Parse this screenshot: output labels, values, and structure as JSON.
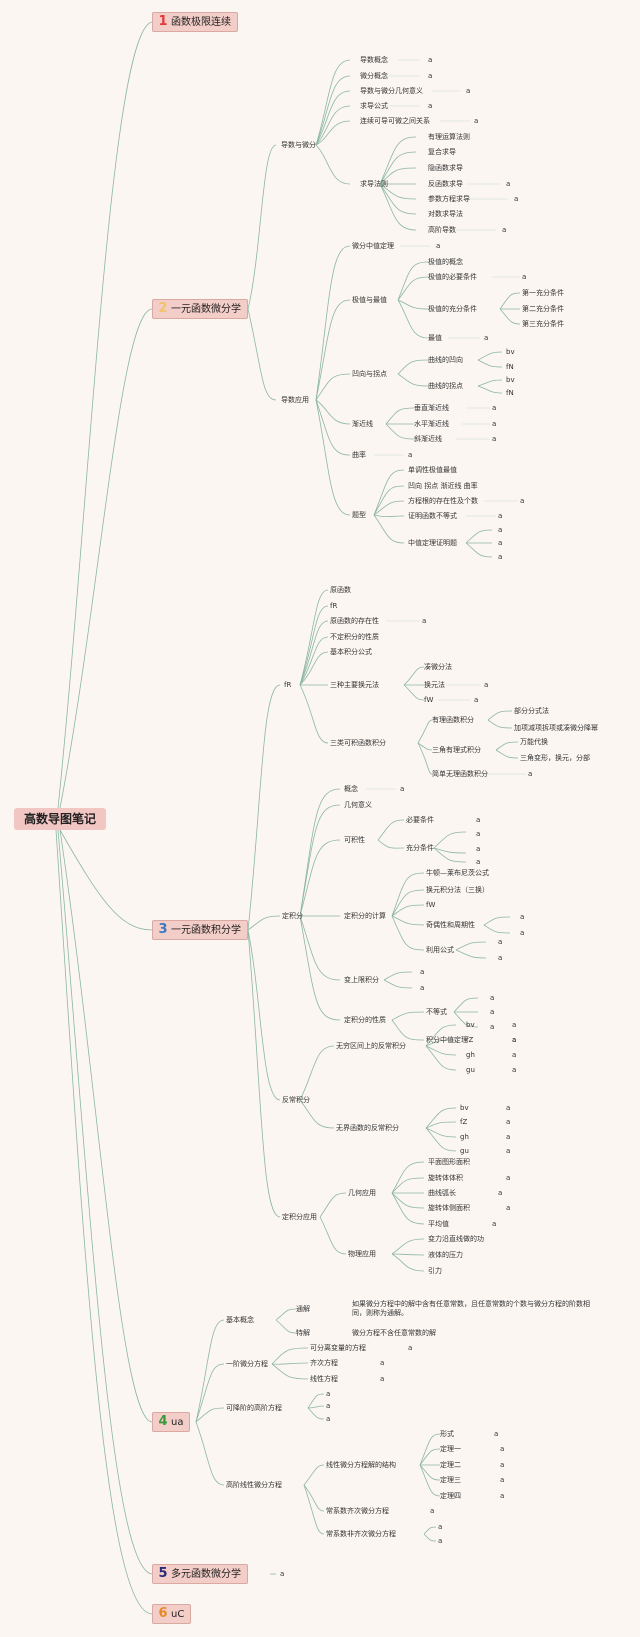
{
  "root": {
    "label": "高数导图笔记"
  },
  "branches": [
    {
      "num": "1",
      "num_color": "#e03a3a",
      "label": "函数极限连续"
    },
    {
      "num": "2",
      "num_color": "#f2c36b",
      "label": "一元函数微分学"
    },
    {
      "num": "3",
      "num_color": "#3a7ac0",
      "label": "一元函数积分学"
    },
    {
      "num": "4",
      "num_color": "#3a9a3a",
      "label": "ua"
    },
    {
      "num": "5",
      "num_color": "#2a2a7a",
      "label": "多元函数微分学"
    },
    {
      "num": "6",
      "num_color": "#e88a2a",
      "label": "uC"
    }
  ],
  "b2": {
    "l1": [
      "导数与微分",
      "导数应用"
    ],
    "d": [
      "导数概念",
      "微分概念",
      "导数与微分几何意义",
      "求导公式",
      "连续可导可微之间关系",
      "求导法则"
    ],
    "rules": [
      "有理运算法则",
      "复合求导",
      "隐函数求导",
      "反函数求导",
      "参数方程求导",
      "对数求导法",
      "高阶导数"
    ],
    "app": [
      "微分中值定理",
      "极值与最值",
      "凹向与拐点",
      "渐近线",
      "曲率",
      "题型"
    ],
    "ext": [
      "极值的概念",
      "极值的必要条件",
      "极值的充分条件",
      "最值"
    ],
    "suff": [
      "第一充分条件",
      "第二充分条件",
      "第三充分条件"
    ],
    "conc": [
      "曲线的凹向",
      "曲线的拐点"
    ],
    "conc_sub": [
      "bv",
      "fN",
      "bv",
      "fN"
    ],
    "asym": [
      "垂直渐近线",
      "水平渐近线",
      "斜渐近线"
    ],
    "ty": [
      "单调性极值最值",
      "凹向 拐点 渐近线 曲率",
      "方程根的存在性及个数",
      "证明函数不等式",
      "中值定理证明题"
    ]
  },
  "b3": {
    "l1": [
      "fR",
      "定积分",
      "反常积分",
      "定积分应用"
    ],
    "fr": [
      "原函数",
      "fR",
      "原函数的存在性",
      "不定积分的性质",
      "基本积分公式",
      "三种主要换元法",
      "三类可积函数积分"
    ],
    "sub": [
      "凑微分法",
      "换元法",
      "fW"
    ],
    "three": [
      "有理函数积分",
      "三角有理式积分",
      "简单无理函数积分"
    ],
    "ratl": [
      "部分分式法",
      "加项减项拆项或凑微分降幂"
    ],
    "trig": [
      "万能代换",
      "三角变形，换元，分部"
    ],
    "di": [
      "概念",
      "几何意义",
      "可积性",
      "定积分的计算",
      "变上限积分",
      "定积分的性质"
    ],
    "integ": [
      "必要条件",
      "充分条件"
    ],
    "calc": [
      "牛顿—莱布尼茨公式",
      "换元积分法（三换）",
      "fW",
      "奇偶性和周期性",
      "利用公式"
    ],
    "prop": [
      "不等式",
      "积分中值定理"
    ],
    "imp": [
      "无穷区间上的反常积分",
      "无界函数的反常积分"
    ],
    "imp_sub": [
      "bv",
      "fZ",
      "gh",
      "gu",
      "bv",
      "fZ",
      "gh",
      "gu"
    ],
    "appl": [
      "几何应用",
      "物理应用"
    ],
    "geo": [
      "平面图形面积",
      "旋转体体积",
      "曲线弧长",
      "旋转体侧面积",
      "平均值"
    ],
    "phy": [
      "变力沿直线做的功",
      "液体的压力",
      "引力"
    ]
  },
  "b4": {
    "l1": [
      "基本概念",
      "一阶微分方程",
      "可降阶的高阶方程",
      "高阶线性微分方程"
    ],
    "basic": [
      "通解",
      "特解"
    ],
    "tongjie": "如果微分方程中的解中含有任意常数，且任意常数的个数与微分方程的阶数相同，则称为通解。",
    "tejie": "微分方程不含任意常数的解",
    "first": [
      "可分离变量的方程",
      "齐次方程",
      "线性方程"
    ],
    "high": [
      "线性微分方程解的结构",
      "常系数齐次微分方程",
      "常系数非齐次微分方程"
    ],
    "struct": [
      "形式",
      "定理一",
      "定理二",
      "定理三",
      "定理四"
    ]
  },
  "leaf": "a"
}
